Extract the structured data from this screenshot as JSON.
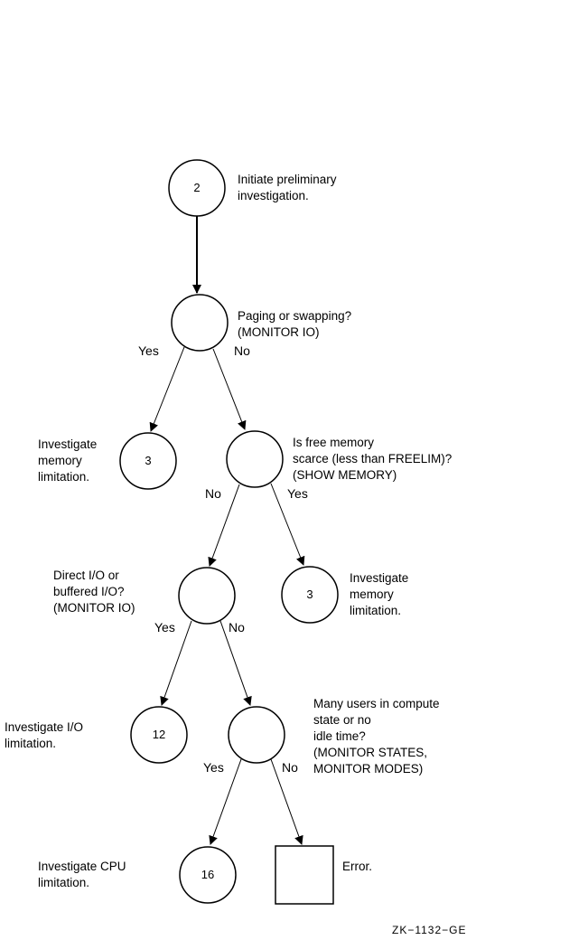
{
  "nodes": {
    "start": {
      "number": "2",
      "label": [
        "Initiate preliminary",
        "investigation."
      ]
    },
    "paging": {
      "question": [
        "Paging or swapping?",
        "(MONITOR IO)"
      ],
      "yes": "Yes",
      "no": "No"
    },
    "memory_left": {
      "number": "3",
      "label": [
        "Investigate",
        "memory",
        "limitation."
      ]
    },
    "free_memory": {
      "question": [
        "Is free memory",
        "scarce (less than FREELIM)?",
        "(SHOW MEMORY)"
      ],
      "no": "No",
      "yes": "Yes"
    },
    "direct_io": {
      "question": [
        "Direct I/O or",
        "buffered I/O?",
        "(MONITOR IO)"
      ],
      "yes": "Yes",
      "no": "No"
    },
    "memory_right": {
      "number": "3",
      "label": [
        "Investigate",
        "memory",
        "limitation."
      ]
    },
    "io_limit": {
      "number": "12",
      "label": [
        "Investigate I/O",
        "limitation."
      ]
    },
    "many_users": {
      "question": [
        "Many users in compute",
        "state or no",
        "idle time?",
        "(MONITOR STATES,",
        "MONITOR MODES)"
      ],
      "yes": "Yes",
      "no": "No"
    },
    "cpu_limit": {
      "number": "16",
      "label": [
        "Investigate CPU",
        "limitation."
      ]
    },
    "error": {
      "label": "Error."
    }
  },
  "figure_id": "ZK−1132−GE"
}
